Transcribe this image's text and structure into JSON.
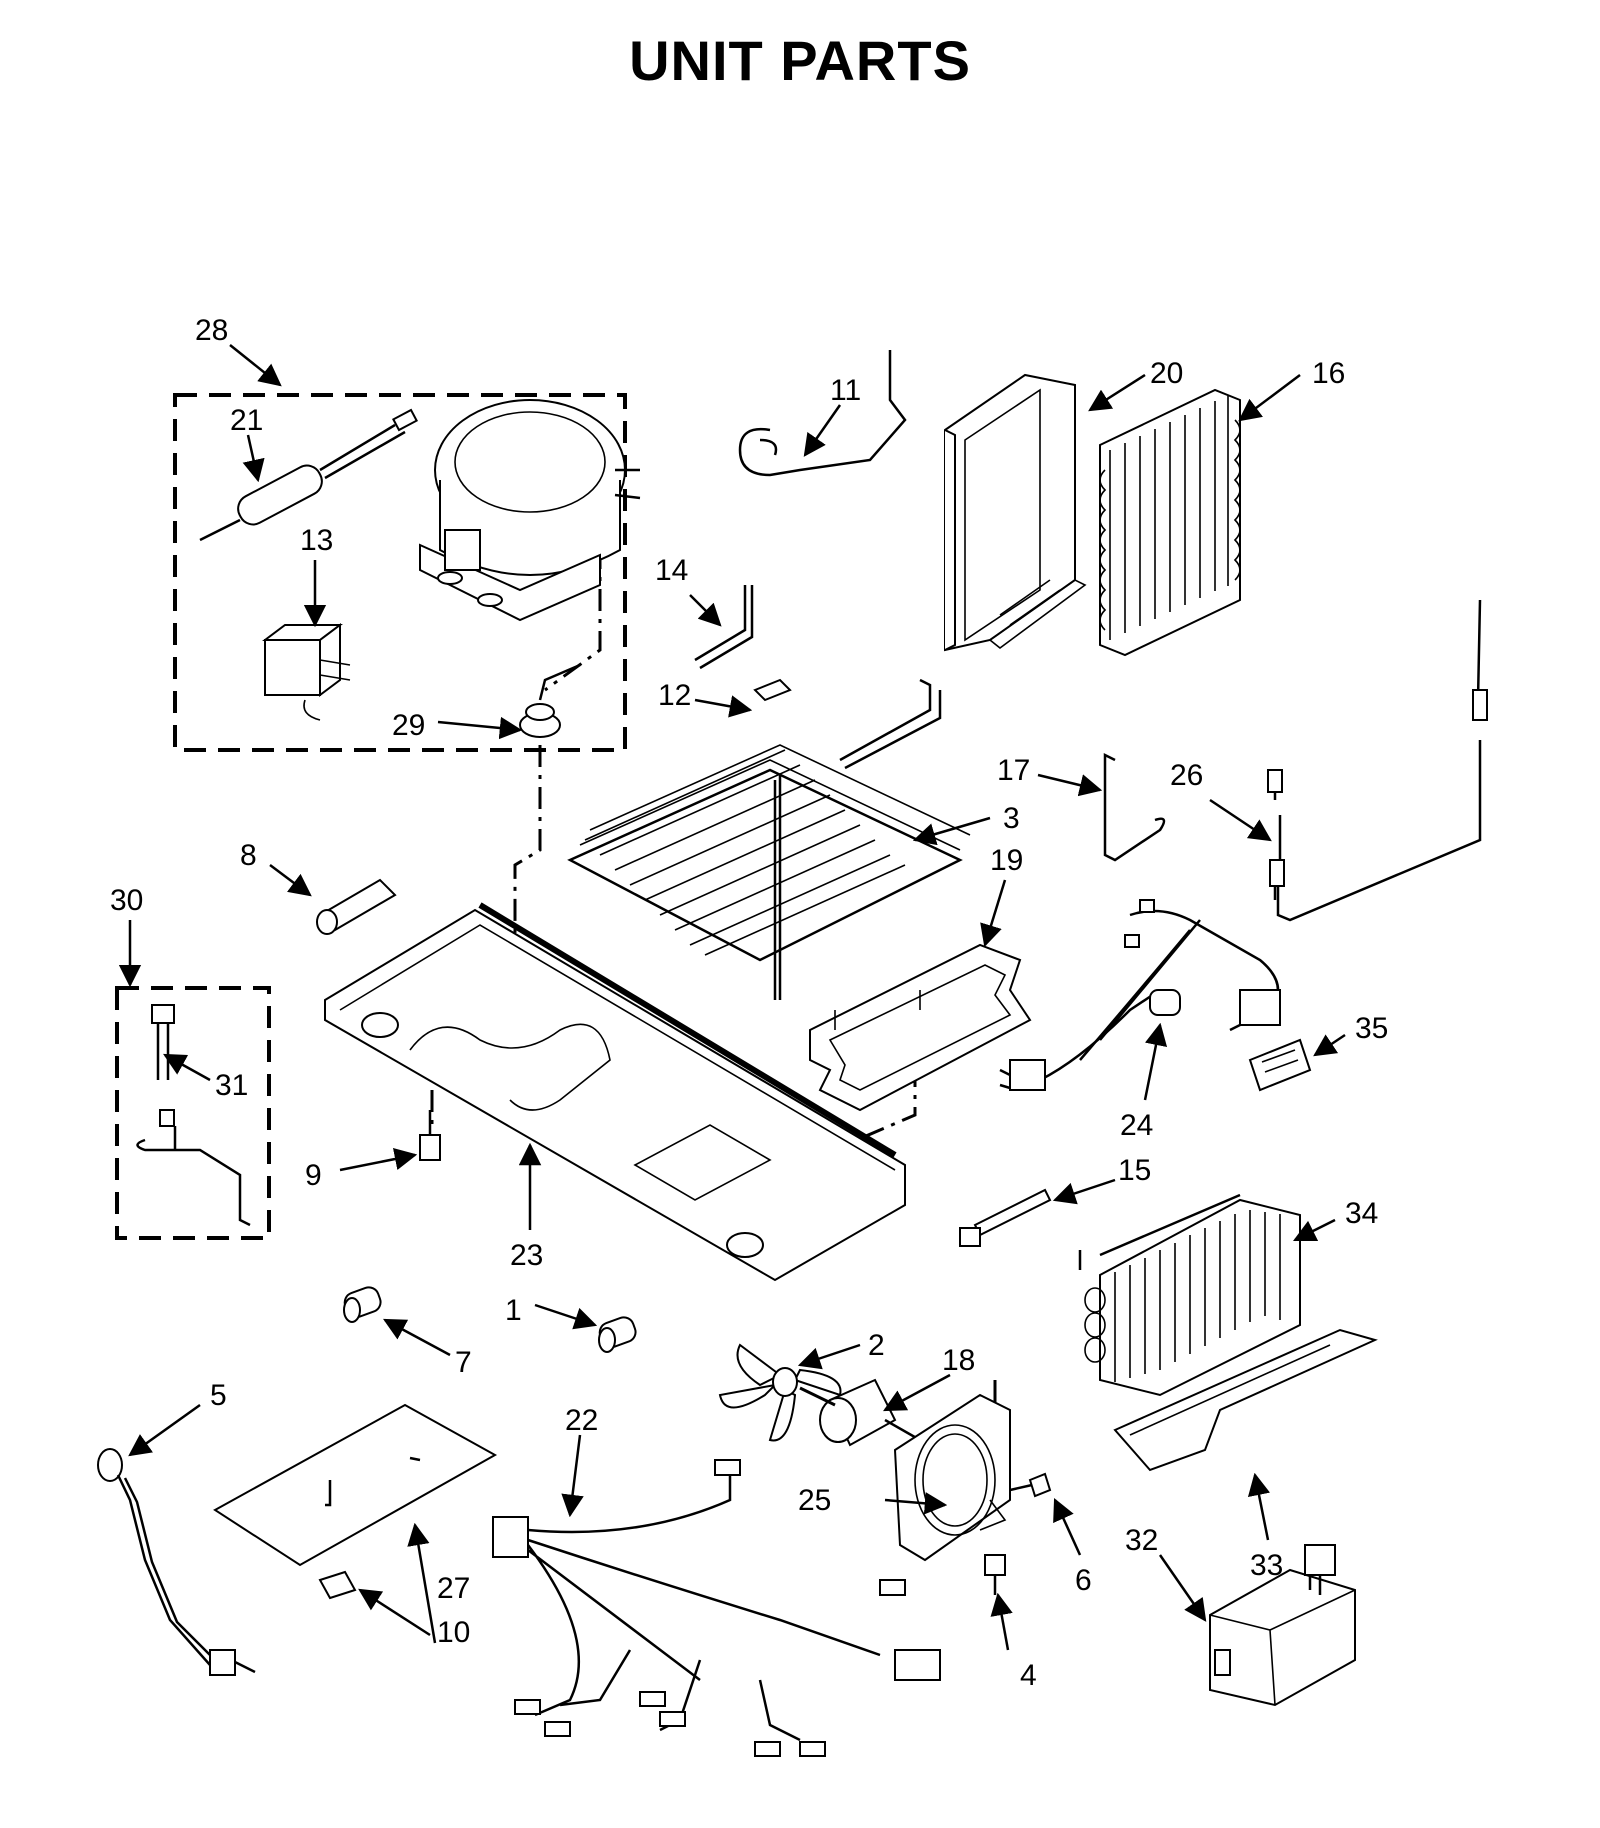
{
  "title": "UNIT PARTS",
  "callouts": {
    "p1": "1",
    "p2": "2",
    "p3": "3",
    "p4": "4",
    "p5": "5",
    "p6": "6",
    "p7": "7",
    "p8": "8",
    "p9": "9",
    "p10": "10",
    "p11": "11",
    "p12": "12",
    "p13": "13",
    "p14": "14",
    "p15": "15",
    "p16": "16",
    "p17": "17",
    "p18": "18",
    "p19": "19",
    "p20": "20",
    "p21": "21",
    "p22": "22",
    "p23": "23",
    "p24": "24",
    "p25": "25",
    "p26": "26",
    "p27": "27",
    "p28": "28",
    "p29": "29",
    "p30": "30",
    "p31": "31",
    "p32": "32",
    "p33": "33",
    "p34": "34",
    "p35": "35"
  }
}
